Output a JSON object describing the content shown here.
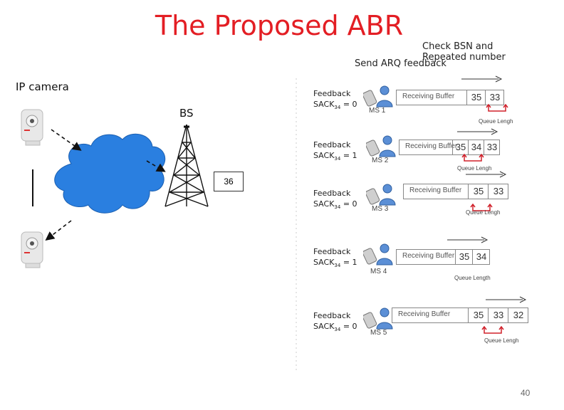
{
  "title": "The Proposed ABR",
  "check_note": "Check BSN and Repeated number",
  "send_note": "Send ARQ feedback",
  "ip_camera_label": "IP camera",
  "bs_label": "BS",
  "sequence_number": "36",
  "page_number": "40",
  "rows": [
    {
      "feedback": "Feedback",
      "sack_prefix": "SACK",
      "sack_sub": "34",
      "sack_value": "= 0",
      "ms": "MS 1",
      "buffer_label": "Receiving Buffer",
      "cells": [
        "35",
        "33"
      ],
      "queue": "Queue Lengh"
    },
    {
      "feedback": "Feedback",
      "sack_prefix": "SACK",
      "sack_sub": "34",
      "sack_value": "= 1",
      "ms": "MS 2",
      "buffer_label": "Receiving Buffer",
      "cells": [
        "35",
        "34",
        "33"
      ],
      "queue": "Queue Lengh"
    },
    {
      "feedback": "Feedback",
      "sack_prefix": "SACK",
      "sack_sub": "34",
      "sack_value": "= 0",
      "ms": "MS 3",
      "buffer_label": "Receiving Buffer",
      "cells": [
        "35",
        "33"
      ],
      "queue": "Queue Lengh"
    },
    {
      "feedback": "Feedback",
      "sack_prefix": "SACK",
      "sack_sub": "34",
      "sack_value": "= 1",
      "ms": "MS 4",
      "buffer_label": "Receiving Buffer",
      "cells": [
        "35",
        "34"
      ],
      "queue": "Queue Length"
    },
    {
      "feedback": "Feedback",
      "sack_prefix": "SACK",
      "sack_sub": "34",
      "sack_value": "= 0",
      "ms": "MS 5",
      "buffer_label": "Receiving Buffer",
      "cells": [
        "35",
        "33",
        "32"
      ],
      "queue": "Queue Lengh"
    }
  ],
  "colors": {
    "title": "#e31e24",
    "cloud": "#2a7fe0",
    "arrow_red": "#d0202a"
  }
}
